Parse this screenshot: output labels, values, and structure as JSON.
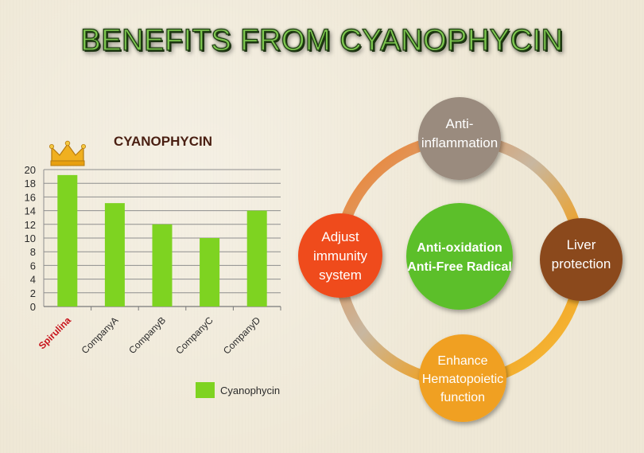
{
  "title": "BENEFITS FROM CYANOPHYCIN",
  "chart_data": {
    "type": "bar",
    "title": "CYANOPHYCIN",
    "categories": [
      "Spirulina",
      "CompanyA",
      "CompanyB",
      "CompanyC",
      "CompanyD"
    ],
    "series": [
      {
        "name": "Cyanophycin",
        "values": [
          19.2,
          15.1,
          12,
          10,
          14
        ]
      }
    ],
    "ylim": [
      0,
      20
    ],
    "yticks": [
      0,
      2,
      4,
      6,
      8,
      10,
      12,
      14,
      16,
      18,
      20
    ],
    "grid": true,
    "legend_position": "bottom",
    "bar_color": "#7ed321",
    "highlight_category": "Spirulina",
    "highlight_color": "#c8131b",
    "highlight_marker": "crown-icon"
  },
  "diagram": {
    "center": {
      "lines": [
        "Anti-oxidation",
        "Anti-Free Radical"
      ],
      "color": "#5cbf2a"
    },
    "nodes": [
      {
        "id": "top",
        "lines": [
          "Anti-",
          "inflammation"
        ],
        "color": "#9a8b7e"
      },
      {
        "id": "right",
        "lines": [
          "Liver",
          "protection"
        ],
        "color": "#8b4a1e"
      },
      {
        "id": "bottom",
        "lines": [
          "Enhance",
          "Hematopoietic",
          "function"
        ],
        "color": "#f0a020"
      },
      {
        "id": "left",
        "lines": [
          "Adjust",
          "immunity",
          "system"
        ],
        "color": "#ef4c1c"
      }
    ]
  }
}
